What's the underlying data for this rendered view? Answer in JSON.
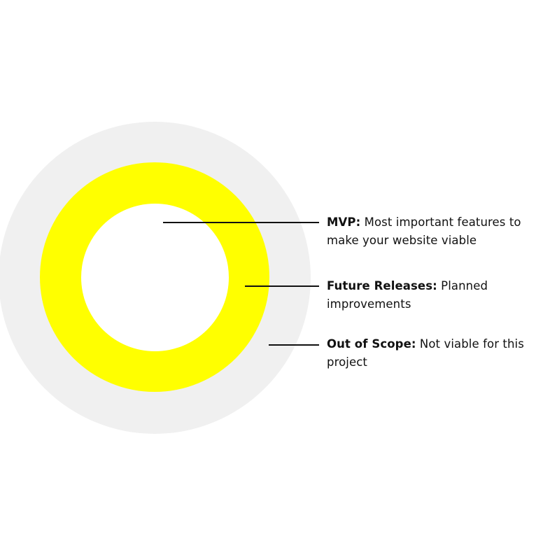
{
  "colors": {
    "out_of_scope_ring": "#f0f0f0",
    "future_releases_ring": "#ffff00",
    "mvp_core": "#ffffff",
    "text": "#111111",
    "leader_line": "#111111"
  },
  "items": [
    {
      "term": "MVP:",
      "description": " Most important features to make your website viable"
    },
    {
      "term": "Future Releases:",
      "description": " Planned improvements"
    },
    {
      "term": "Out of Scope:",
      "description": " Not viable for this project"
    }
  ]
}
